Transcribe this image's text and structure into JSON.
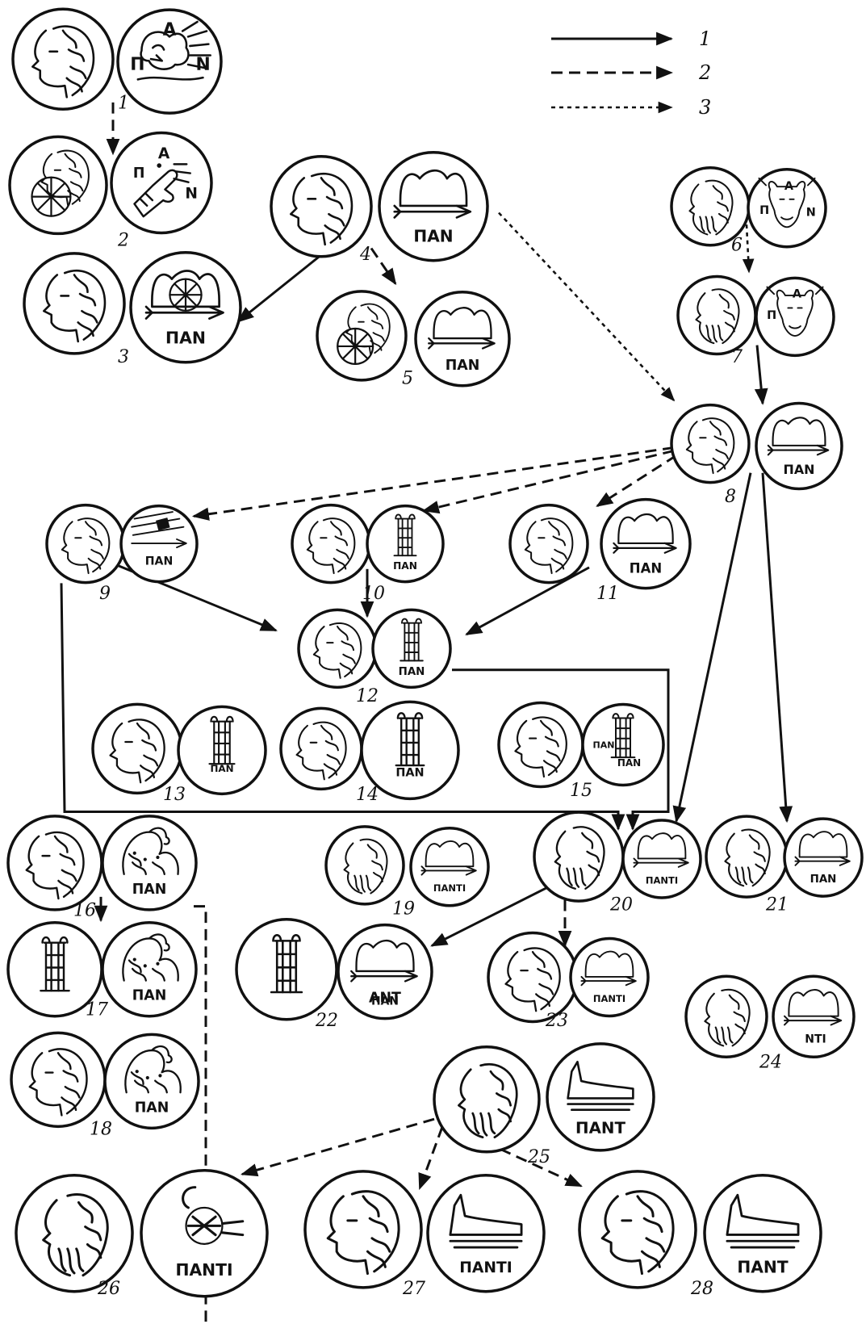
{
  "legend": [
    {
      "num": "1",
      "style": "solid"
    },
    {
      "num": "2",
      "style": "dashed"
    },
    {
      "num": "3",
      "style": "dotted"
    }
  ],
  "coins": [
    {
      "id": "1",
      "obv": "head",
      "rev": "lion",
      "inscr": [
        [
          "Α",
          0,
          -0.62,
          0.34
        ],
        [
          "Π",
          -0.62,
          0.05,
          0.34
        ],
        [
          "Ν",
          0.65,
          0.05,
          0.34
        ]
      ]
    },
    {
      "id": "2",
      "obv": "head-wheel",
      "rev": "hand",
      "inscr": [
        [
          "Α",
          0.05,
          -0.6,
          0.3
        ],
        [
          "Π",
          -0.45,
          -0.2,
          0.28
        ],
        [
          "Ν",
          0.6,
          0.2,
          0.3
        ]
      ]
    },
    {
      "id": "3",
      "obv": "head",
      "rev": "bow-wheel",
      "inscr": [
        [
          "ΠΑΝ",
          0,
          0.55,
          0.3
        ]
      ]
    },
    {
      "id": "4",
      "obv": "head",
      "rev": "bow",
      "inscr": [
        [
          "ΠΑΝ",
          0,
          0.55,
          0.3
        ]
      ]
    },
    {
      "id": "5",
      "obv": "head-wheel",
      "rev": "bow",
      "inscr": [
        [
          "ΠΑΝ",
          0,
          0.55,
          0.3
        ]
      ]
    },
    {
      "id": "6",
      "obv": "bearded",
      "rev": "bull",
      "inscr": [
        [
          "Α",
          0.05,
          -0.58,
          0.3
        ],
        [
          "Π",
          -0.58,
          0.05,
          0.3
        ],
        [
          "Ν",
          0.62,
          0.1,
          0.3
        ]
      ]
    },
    {
      "id": "7",
      "obv": "bearded",
      "rev": "bull",
      "inscr": [
        [
          "Α",
          0.05,
          -0.6,
          0.3
        ],
        [
          "Π",
          -0.6,
          -0.05,
          0.3
        ]
      ]
    },
    {
      "id": "8",
      "obv": "head",
      "rev": "bow",
      "inscr": [
        [
          "ΠΑΝ",
          0,
          0.55,
          0.3
        ]
      ]
    },
    {
      "id": "9",
      "obv": "head",
      "rev": "bow-star",
      "inscr": [
        [
          "ΠΑΝ",
          0,
          0.45,
          0.3
        ]
      ]
    },
    {
      "id": "10",
      "obv": "head",
      "rev": "tower",
      "inscr": [
        [
          "ΠΑΝ",
          0,
          0.58,
          0.26
        ]
      ]
    },
    {
      "id": "11",
      "obv": "head",
      "rev": "bow",
      "inscr": [
        [
          "ΠΑΝ",
          0,
          0.55,
          0.3
        ]
      ]
    },
    {
      "id": "12",
      "obv": "head",
      "rev": "tower",
      "inscr": [
        [
          "ΠΑΝ",
          0,
          0.58,
          0.28
        ]
      ]
    },
    {
      "id": "13",
      "obv": "head",
      "rev": "tower",
      "inscr": [
        [
          "ΠΑΝ",
          0,
          0.42,
          0.22
        ]
      ]
    },
    {
      "id": "14",
      "obv": "head",
      "rev": "tower",
      "inscr": [
        [
          "ΠΑΝ",
          0,
          0.45,
          0.24
        ]
      ]
    },
    {
      "id": "15",
      "obv": "head",
      "rev": "tower",
      "inscr": [
        [
          "ΠΑΝ",
          0.15,
          0.45,
          0.24
        ],
        [
          "ΠΑΝ",
          -0.48,
          0.0,
          0.22
        ]
      ]
    },
    {
      "id": "16",
      "obv": "head",
      "rev": "griffin",
      "inscr": [
        [
          "ΠΑΝ",
          0,
          0.55,
          0.3
        ]
      ]
    },
    {
      "id": "17",
      "obv": "tower",
      "rev": "griffin",
      "inscr": [
        [
          "ΠΑΝ",
          0,
          0.55,
          0.3
        ]
      ]
    },
    {
      "id": "18",
      "obv": "head",
      "rev": "griffin",
      "inscr": [
        [
          "ΠΑΝ",
          0,
          0.55,
          0.3
        ]
      ]
    },
    {
      "id": "19",
      "obv": "bearded",
      "rev": "bow",
      "inscr": [
        [
          "ΠΑΝΤΙ",
          0,
          0.55,
          0.24
        ]
      ]
    },
    {
      "id": "20",
      "obv": "bearded",
      "rev": "bow",
      "inscr": [
        [
          "ΠΑΝΤΙ",
          0,
          0.55,
          0.24
        ]
      ]
    },
    {
      "id": "21",
      "obv": "bearded",
      "rev": "bow",
      "inscr": [
        [
          "ΠΑΝ",
          0,
          0.55,
          0.28
        ]
      ]
    },
    {
      "id": "22",
      "obv": "tower",
      "rev": "bow",
      "inscr": [
        [
          "ΠΑΝ",
          0,
          0.62,
          0.24
        ],
        [
          "ΑΝΤ",
          0,
          0.55,
          0.3
        ]
      ]
    },
    {
      "id": "23",
      "obv": "head",
      "rev": "bow",
      "inscr": [
        [
          "ΠΑΝΤΙ",
          0,
          0.55,
          0.24
        ]
      ]
    },
    {
      "id": "24",
      "obv": "bearded",
      "rev": "bow",
      "inscr": [
        [
          "ΝΤΙ",
          0.05,
          0.55,
          0.28
        ]
      ]
    },
    {
      "id": "25",
      "obv": "bearded",
      "rev": "prow",
      "inscr": [
        [
          "ΠΑΝΤ",
          0,
          0.58,
          0.3
        ]
      ]
    },
    {
      "id": "26",
      "obv": "bearded",
      "rev": "turtle",
      "inscr": [
        [
          "ΠΑΝΤΙ",
          0,
          0.58,
          0.26
        ]
      ]
    },
    {
      "id": "27",
      "obv": "head",
      "rev": "prow",
      "inscr": [
        [
          "ΠΑΝΤΙ",
          0,
          0.58,
          0.26
        ]
      ]
    },
    {
      "id": "28",
      "obv": "head",
      "rev": "prow",
      "inscr": [
        [
          "ΠΑΝΤ",
          0,
          0.58,
          0.28
        ]
      ]
    }
  ]
}
